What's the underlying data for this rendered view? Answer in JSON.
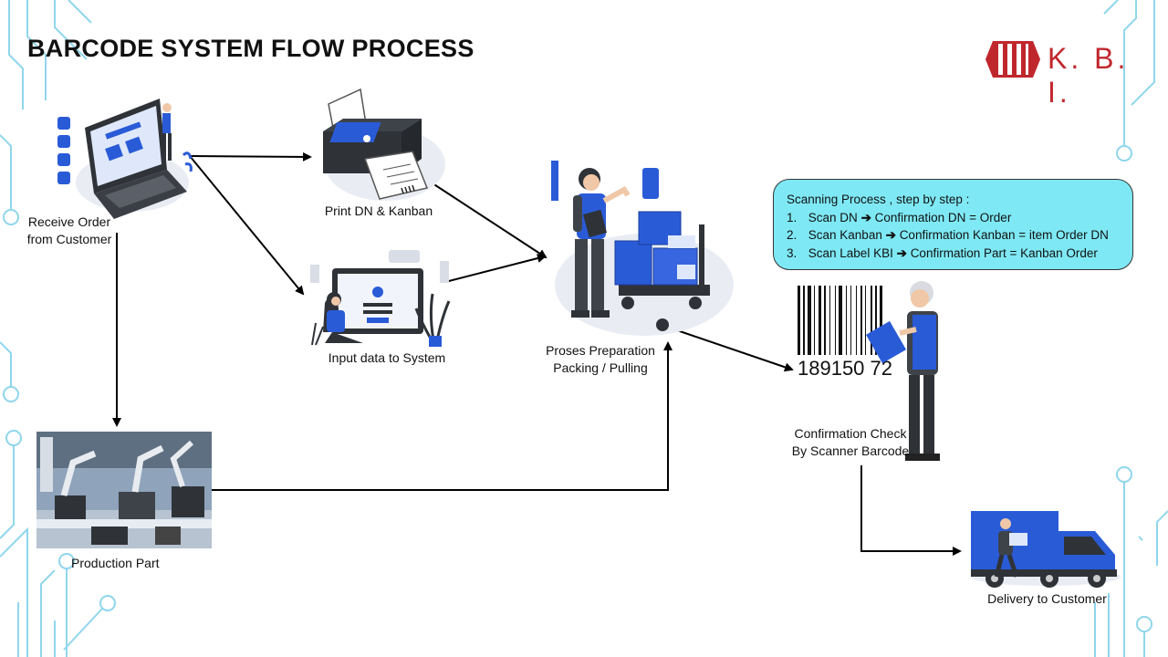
{
  "title": "BARCODE SYSTEM FLOW PROCESS",
  "logo": {
    "text": "K. B. I.",
    "color": "#c0272d"
  },
  "colors": {
    "accent_blue": "#2a5bd7",
    "decor_cyan": "#7fd3ea",
    "callout_bg": "#7ee9f5"
  },
  "nodes": {
    "receive_order": {
      "line1": "Receive Order",
      "line2": "from Customer",
      "icon": "laptop-dashboard-illustration"
    },
    "print_dn": {
      "label": "Print DN & Kanban",
      "icon": "printer-illustration"
    },
    "input_data": {
      "label": "Input data to System",
      "icon": "monitor-login-illustration"
    },
    "preparation": {
      "line1": "Proses Preparation",
      "line2": "Packing / Pulling",
      "icon": "warehouse-worker-boxes-illustration"
    },
    "confirmation": {
      "line1": "Confirmation Check",
      "line2": "By Scanner Barcode",
      "barcode_number": "189150  72",
      "icon": "barcode-scanner-worker-illustration"
    },
    "production": {
      "label": "Production Part",
      "icon": "factory-robots-photo"
    },
    "delivery": {
      "label": "Delivery to Customer",
      "icon": "delivery-truck-illustration"
    }
  },
  "scanning": {
    "heading": "Scanning Process , step by step :",
    "steps": [
      {
        "num": "1.",
        "a": "Scan DN",
        "b": "Confirmation DN = Order"
      },
      {
        "num": "2.",
        "a": "Scan Kanban",
        "b": "Confirmation Kanban = item Order DN"
      },
      {
        "num": "3.",
        "a": "Scan Label KBI",
        "b": "Confirmation Part = Kanban Order"
      }
    ],
    "arrow_glyph": "➔"
  }
}
